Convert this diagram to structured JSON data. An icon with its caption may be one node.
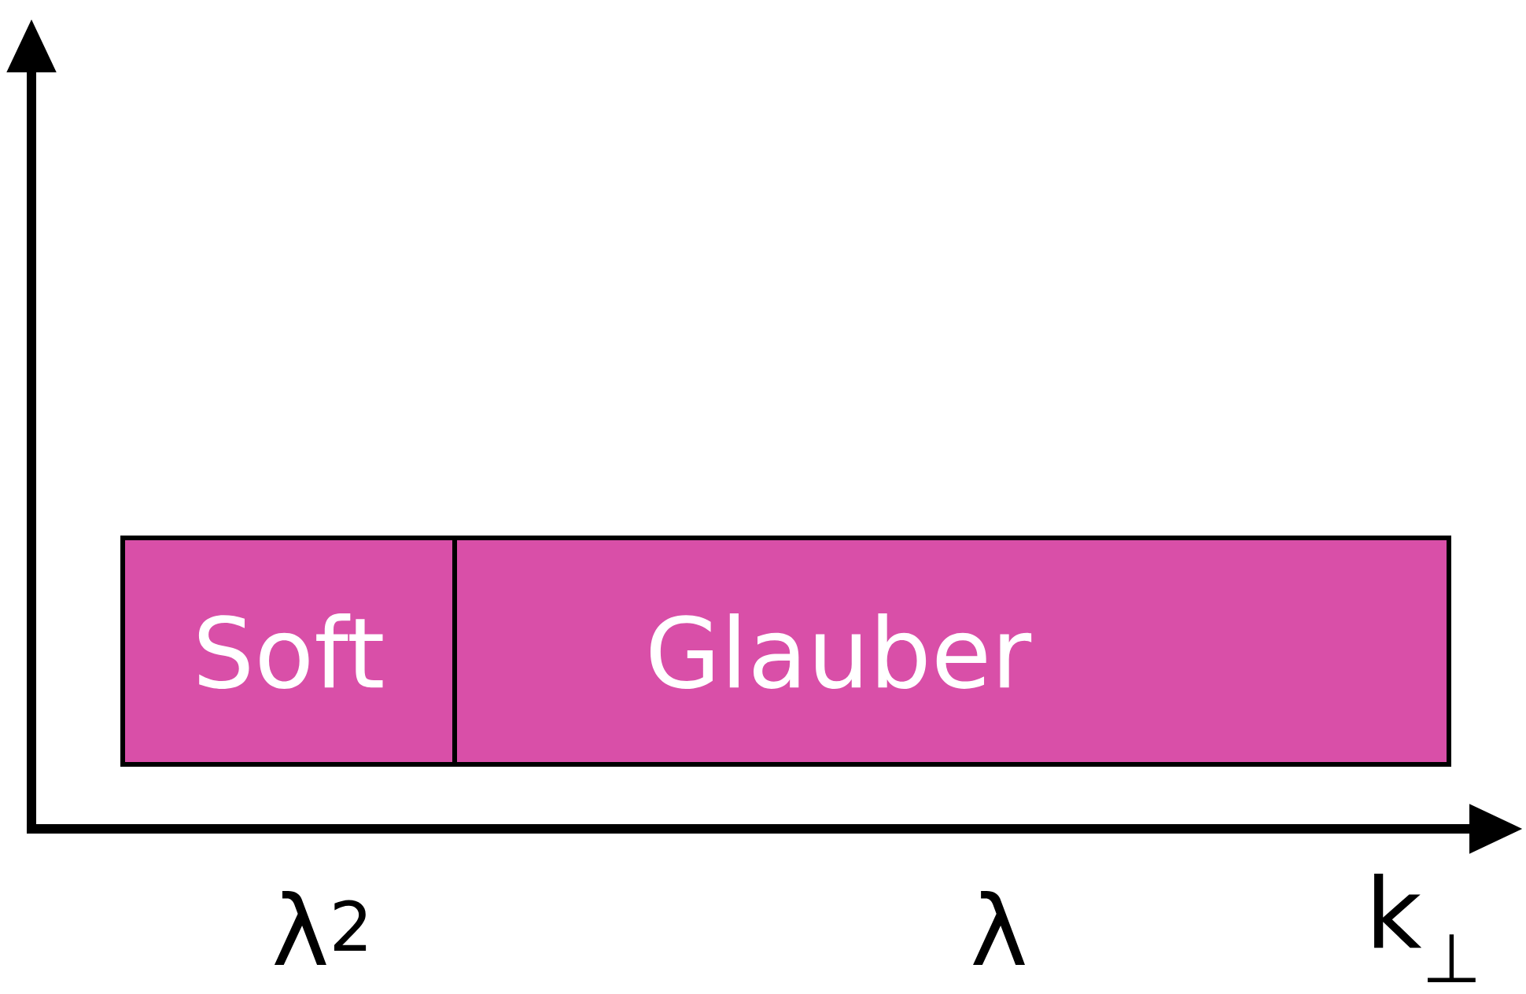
{
  "diagram": {
    "nodes": [
      {
        "text": [
          "Soft"
        ]
      },
      {
        "text": [
          "Glauber"
        ]
      }
    ],
    "labels": [
      "λ$^{2}$",
      "λ",
      "k$_{⊥}$"
    ]
  }
}
